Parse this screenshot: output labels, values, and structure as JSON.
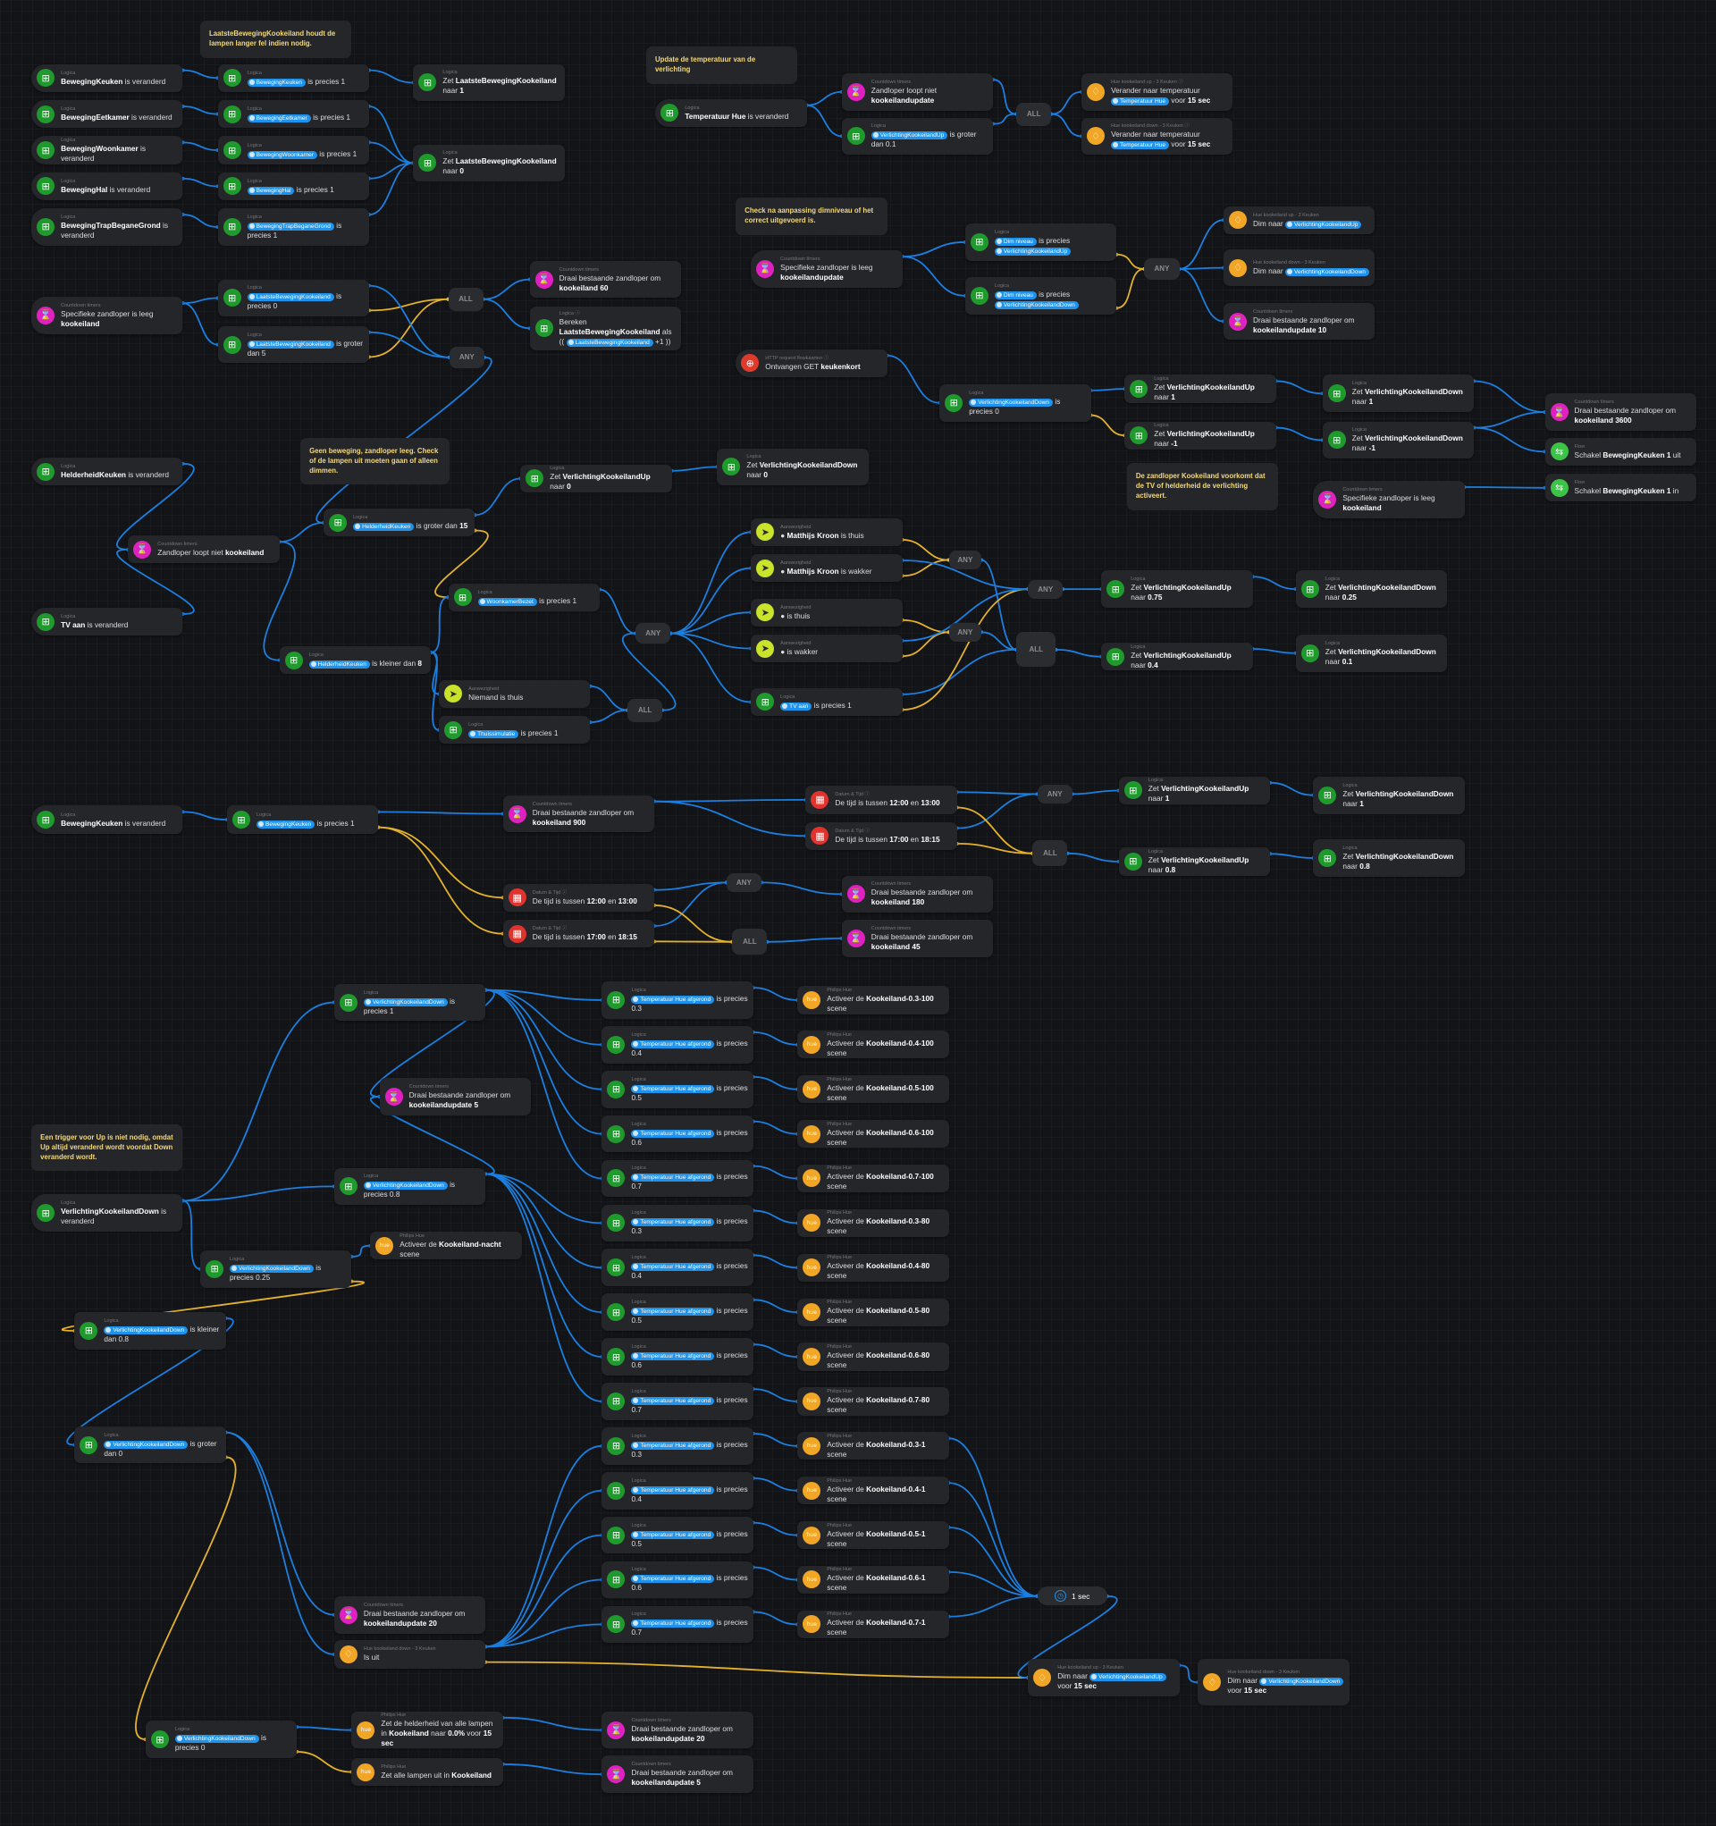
{
  "colors": {
    "wire_true": "#1b7fe0",
    "wire_false": "#e3b12c",
    "token": "#1e93ee",
    "note_text": "#f3d87a"
  },
  "notes": [
    {
      "id": "note1",
      "text": "LaatsteBewegingKookeiland houdt de lampen langer fel indien nodig."
    },
    {
      "id": "note2",
      "text": "Update de temperatuur van de verlichting"
    },
    {
      "id": "note3",
      "text": "Check na aanpassing dimniveau of het correct uitgevoerd is."
    },
    {
      "id": "note4",
      "text": "De zandloper Kookeiland voorkomt dat de TV of helderheid de verlichting activeert."
    },
    {
      "id": "note5",
      "text": "Geen beweging, zandloper leeg. Check of de lampen uit moeten gaan of alleen dimmen."
    },
    {
      "id": "note6",
      "text": "Een trigger voor Up is niet nodig, omdat Up altijd veranderd wordt voordat Down veranderd wordt."
    }
  ],
  "gates": [
    {
      "id": "g1",
      "label": "ALL"
    },
    {
      "id": "g2",
      "label": "ANY"
    },
    {
      "id": "g3",
      "label": "ALL"
    },
    {
      "id": "g4",
      "label": "ANY"
    },
    {
      "id": "g5",
      "label": "ANY"
    },
    {
      "id": "g6",
      "label": "ALL"
    },
    {
      "id": "g7",
      "label": "ANY"
    },
    {
      "id": "g8",
      "label": "ANY"
    },
    {
      "id": "g9",
      "label": "ANY"
    },
    {
      "id": "g10",
      "label": "ALL"
    },
    {
      "id": "g11",
      "label": "ANY"
    },
    {
      "id": "g12",
      "label": "ALL"
    },
    {
      "id": "g13",
      "label": "ANY"
    },
    {
      "id": "g14",
      "label": "ALL"
    }
  ],
  "delay": {
    "label": "1 sec",
    "icon": "clock-icon"
  },
  "nodes": [
    {
      "id": "n1",
      "icon": "logic",
      "cat": "Logica",
      "text": "**BewegingKeuken** is veranderd",
      "trigger": true
    },
    {
      "id": "n2",
      "icon": "logic",
      "cat": "Logica",
      "text": "**BewegingEetkamer** is veranderd",
      "trigger": true
    },
    {
      "id": "n3",
      "icon": "logic",
      "cat": "Logica",
      "text": "**BewegingWoonkamer** is veranderd",
      "trigger": true
    },
    {
      "id": "n4",
      "icon": "logic",
      "cat": "Logica",
      "text": "**BewegingHal** is veranderd",
      "trigger": true
    },
    {
      "id": "n5",
      "icon": "logic",
      "cat": "Logica",
      "text": "**BewegingTrapBeganeGrond** is veranderd",
      "trigger": true
    },
    {
      "id": "n6",
      "icon": "logic",
      "cat": "Logica",
      "text": "[BewegingKeuken] is precies 1"
    },
    {
      "id": "n7",
      "icon": "logic",
      "cat": "Logica",
      "text": "[BewegingEetkamer] is precies 1"
    },
    {
      "id": "n8",
      "icon": "logic",
      "cat": "Logica",
      "text": "[BewegingWoonkamer] is precies 1"
    },
    {
      "id": "n9",
      "icon": "logic",
      "cat": "Logica",
      "text": "[BewegingHal] is precies 1"
    },
    {
      "id": "n10",
      "icon": "logic",
      "cat": "Logica",
      "text": "[BewegingTrapBeganeGrond] is precies 1"
    },
    {
      "id": "n11",
      "icon": "logic",
      "cat": "Logica",
      "text": "Zet **LaatsteBewegingKookeiland** naar **1**"
    },
    {
      "id": "n12",
      "icon": "logic",
      "cat": "Logica",
      "text": "Zet **LaatsteBewegingKookeiland** naar **0**"
    },
    {
      "id": "n13",
      "icon": "count",
      "cat": "Countdown timers",
      "text": "Specifieke zandloper is leeg **kookeiland**",
      "trigger": true
    },
    {
      "id": "n14",
      "icon": "logic",
      "cat": "Logica",
      "text": "[LaatsteBewegingKookeiland] is precies 0"
    },
    {
      "id": "n15",
      "icon": "logic",
      "cat": "Logica",
      "text": "[LaatsteBewegingKookeiland] is groter dan 5"
    },
    {
      "id": "n16",
      "icon": "count",
      "cat": "Countdown timers",
      "text": "Draai bestaande zandloper om **kookeiland 60**"
    },
    {
      "id": "n17",
      "icon": "logic",
      "cat": "Logica ⓘ",
      "text": "Bereken **LaatsteBewegingKookeiland** als (( [LaatsteBewegingKookeiland] +1 ))"
    },
    {
      "id": "n18",
      "icon": "logic",
      "cat": "Logica",
      "text": "**Temperatuur Hue** is veranderd",
      "trigger": true
    },
    {
      "id": "n19",
      "icon": "count",
      "cat": "Countdown timers",
      "text": "Zandloper loopt niet **kookeilandupdate**"
    },
    {
      "id": "n20",
      "icon": "logic",
      "cat": "Logica",
      "text": "[VerlichtingKookeilandUp] is groter dan 0.1"
    },
    {
      "id": "n21",
      "icon": "hue",
      "cat": "Hue kookeiland up - 3 Keuken ⓘ",
      "text": "Verander naar temperatuur [Temperatuur Hue] voor **15 sec**"
    },
    {
      "id": "n22",
      "icon": "hue",
      "cat": "Hue kookeiland down - 3 Keuken ⓘ",
      "text": "Verander naar temperatuur [Temperatuur Hue] voor **15 sec**"
    },
    {
      "id": "n23",
      "icon": "count",
      "cat": "Countdown timers",
      "text": "Specifieke zandloper is leeg **kookeilandupdate**",
      "trigger": true
    },
    {
      "id": "n24",
      "icon": "logic",
      "cat": "Logica",
      "text": "[Dim niveau] is precies [VerlichtingKookeilandUp]"
    },
    {
      "id": "n25",
      "icon": "logic",
      "cat": "Logica",
      "text": "[Dim niveau] is precies [VerlichtingKookeilandDown]"
    },
    {
      "id": "n26",
      "icon": "hue",
      "cat": "Hue kookeiland up - 3 Keuken",
      "text": "Dim naar [VerlichtingKookeilandUp]"
    },
    {
      "id": "n27",
      "icon": "hue",
      "cat": "Hue kookeiland down - 3 Keuken",
      "text": "Dim naar [VerlichtingKookeilandDown]"
    },
    {
      "id": "n28",
      "icon": "count",
      "cat": "Countdown timers",
      "text": "Draai bestaande zandloper om **kookeilandupdate 10**"
    },
    {
      "id": "n29",
      "icon": "http",
      "cat": "HTTP request flowkaarten ⓘ",
      "text": "Ontvangen GET **keukenkort**",
      "trigger": true
    },
    {
      "id": "n30",
      "icon": "logic",
      "cat": "Logica",
      "text": "[VerlichtingKookeilandDown] is precies 0"
    },
    {
      "id": "n31",
      "icon": "logic",
      "cat": "Logica",
      "text": "Zet **VerlichtingKookeilandUp** naar **1**"
    },
    {
      "id": "n32",
      "icon": "logic",
      "cat": "Logica",
      "text": "Zet **VerlichtingKookeilandUp** naar **-1**"
    },
    {
      "id": "n33",
      "icon": "logic",
      "cat": "Logica",
      "text": "Zet **VerlichtingKookeilandDown** naar **1**"
    },
    {
      "id": "n34",
      "icon": "logic",
      "cat": "Logica",
      "text": "Zet **VerlichtingKookeilandDown** naar **-1**"
    },
    {
      "id": "n35",
      "icon": "count",
      "cat": "Countdown timers",
      "text": "Draai bestaande zandloper om **kookeiland 3600**"
    },
    {
      "id": "n36",
      "icon": "flow",
      "cat": "Flow",
      "text": "Schakel **BewegingKeuken 1** uit"
    },
    {
      "id": "n37",
      "icon": "flow",
      "cat": "Flow",
      "text": "Schakel **BewegingKeuken 1** in"
    },
    {
      "id": "n38",
      "icon": "count",
      "cat": "Countdown timers",
      "text": "Specifieke zandloper is leeg **kookeiland**",
      "trigger": true
    },
    {
      "id": "n39",
      "icon": "logic",
      "cat": "Logica",
      "text": "**HelderheidKeuken** is veranderd",
      "trigger": true
    },
    {
      "id": "n40",
      "icon": "logic",
      "cat": "Logica",
      "text": "Zet **VerlichtingKookeilandUp** naar **0**"
    },
    {
      "id": "n41",
      "icon": "logic",
      "cat": "Logica",
      "text": "Zet **VerlichtingKookeilandDown** naar **0**"
    },
    {
      "id": "n42",
      "icon": "count",
      "cat": "Countdown timers",
      "text": "Zandloper loopt niet **kookeiland**"
    },
    {
      "id": "n43",
      "icon": "logic",
      "cat": "Logica",
      "text": "[HelderheidKeuken] is groter dan **15**"
    },
    {
      "id": "n44",
      "icon": "logic",
      "cat": "Logica",
      "text": "**TV aan** is veranderd",
      "trigger": true
    },
    {
      "id": "n45",
      "icon": "logic",
      "cat": "Logica",
      "text": "[WoonkamerBezet] is precies 1"
    },
    {
      "id": "n46",
      "icon": "logic",
      "cat": "Logica",
      "text": "[HelderheidKeuken] is kleiner dan **8**"
    },
    {
      "id": "n47",
      "icon": "pres",
      "cat": "Aanwezigheid",
      "text": "Niemand is thuis"
    },
    {
      "id": "n48",
      "icon": "logic",
      "cat": "Logica",
      "text": "[Thuissimulatie] is precies 1"
    },
    {
      "id": "n49",
      "icon": "pres",
      "cat": "Aanwezigheid",
      "text": "● **Matthijs Kroon** is thuis"
    },
    {
      "id": "n50",
      "icon": "pres",
      "cat": "Aanwezigheid",
      "text": "● **Matthijs Kroon** is wakker"
    },
    {
      "id": "n51",
      "icon": "pres",
      "cat": "Aanwezigheid",
      "text": "●  is thuis"
    },
    {
      "id": "n52",
      "icon": "pres",
      "cat": "Aanwezigheid",
      "text": "●  is wakker"
    },
    {
      "id": "n53",
      "icon": "logic",
      "cat": "Logica",
      "text": "[TV aan] is precies 1"
    },
    {
      "id": "n54",
      "icon": "logic",
      "cat": "Logica",
      "text": "Zet **VerlichtingKookeilandUp** naar **0.75**"
    },
    {
      "id": "n55",
      "icon": "logic",
      "cat": "Logica",
      "text": "Zet **VerlichtingKookeilandUp** naar **0.4**"
    },
    {
      "id": "n56",
      "icon": "logic",
      "cat": "Logica",
      "text": "Zet **VerlichtingKookeilandDown** naar **0.25**"
    },
    {
      "id": "n57",
      "icon": "logic",
      "cat": "Logica",
      "text": "Zet **VerlichtingKookeilandDown** naar **0.1**"
    },
    {
      "id": "n58",
      "icon": "logic",
      "cat": "Logica",
      "text": "**BewegingKeuken** is veranderd",
      "trigger": true
    },
    {
      "id": "n59",
      "icon": "logic",
      "cat": "Logica",
      "text": "[BewegingKeuken] is precies 1"
    },
    {
      "id": "n60",
      "icon": "count",
      "cat": "Countdown timers",
      "text": "Draai bestaande zandloper om **kookeiland 900**"
    },
    {
      "id": "n61",
      "icon": "date",
      "cat": "Datum & Tijd ⓘ",
      "text": "De tijd is tussen **12:00** en **13:00**"
    },
    {
      "id": "n62",
      "icon": "date",
      "cat": "Datum & Tijd ⓘ",
      "text": "De tijd is tussen **17:00** en **18:15**"
    },
    {
      "id": "n63",
      "icon": "logic",
      "cat": "Logica",
      "text": "Zet **VerlichtingKookeilandUp** naar **1**"
    },
    {
      "id": "n64",
      "icon": "logic",
      "cat": "Logica",
      "text": "Zet **VerlichtingKookeilandDown** naar **1**"
    },
    {
      "id": "n65",
      "icon": "logic",
      "cat": "Logica",
      "text": "Zet **VerlichtingKookeilandUp** naar **0.8**"
    },
    {
      "id": "n66",
      "icon": "logic",
      "cat": "Logica",
      "text": "Zet **VerlichtingKookeilandDown** naar **0.8**"
    },
    {
      "id": "n67",
      "icon": "date",
      "cat": "Datum & Tijd ⓘ",
      "text": "De tijd is tussen **12:00** en **13:00**"
    },
    {
      "id": "n68",
      "icon": "date",
      "cat": "Datum & Tijd ⓘ",
      "text": "De tijd is tussen **17:00** en **18:15**"
    },
    {
      "id": "n69",
      "icon": "count",
      "cat": "Countdown timers",
      "text": "Draai bestaande zandloper om **kookeiland 180**"
    },
    {
      "id": "n70",
      "icon": "count",
      "cat": "Countdown timers",
      "text": "Draai bestaande zandloper om **kookeiland 45**"
    },
    {
      "id": "n71",
      "icon": "logic",
      "cat": "Logica",
      "text": "[VerlichtingKookeilandDown] is precies 1"
    },
    {
      "id": "n72",
      "icon": "count",
      "cat": "Countdown timers",
      "text": "Draai bestaande zandloper om **kookeilandupdate 5**"
    },
    {
      "id": "n73",
      "icon": "logic",
      "cat": "Logica",
      "text": "**VerlichtingKookeilandDown** is veranderd",
      "trigger": true
    },
    {
      "id": "n74",
      "icon": "logic",
      "cat": "Logica",
      "text": "[VerlichtingKookeilandDown] is precies 0.8"
    },
    {
      "id": "n75",
      "icon": "phil",
      "cat": "Philips Hue",
      "text": "Activeer de **Kookeiland-nacht** scene"
    },
    {
      "id": "n76",
      "icon": "logic",
      "cat": "Logica",
      "text": "[VerlichtingKookeilandDown] is precies 0.25"
    },
    {
      "id": "n77",
      "icon": "logic",
      "cat": "Logica",
      "text": "[VerlichtingKookeilandDown] is kleiner dan 0.8"
    },
    {
      "id": "n78",
      "icon": "logic",
      "cat": "Logica",
      "text": "[VerlichtingKookeilandDown] is groter dan 0"
    },
    {
      "id": "n79",
      "icon": "count",
      "cat": "Countdown timers",
      "text": "Draai bestaande zandloper om **kookeilandupdate 20**"
    },
    {
      "id": "n80",
      "icon": "hue",
      "cat": "Hue kookeiland down - 3 Keuken",
      "text": "Is uit"
    },
    {
      "id": "n81",
      "icon": "hue",
      "cat": "Hue kookeiland up - 3 Keuken",
      "text": "Dim naar [VerlichtingKookeilandUp] voor **15 sec**"
    },
    {
      "id": "n82",
      "icon": "hue",
      "cat": "Hue kookeiland down - 3 Keuken",
      "text": "Dim naar [VerlichtingKookeilandDown] voor **15 sec**"
    },
    {
      "id": "n83",
      "icon": "logic",
      "cat": "Logica",
      "text": "[VerlichtingKookeilandDown] is precies 0"
    },
    {
      "id": "n84",
      "icon": "phil",
      "cat": "Philips Hue",
      "text": "Zet de helderheid van alle lampen in **Kookeiland** naar **0.0%** voor **15 sec**"
    },
    {
      "id": "n85",
      "icon": "phil",
      "cat": "Philips Hue",
      "text": "Zet alle lampen uit in **Kookeiland**"
    },
    {
      "id": "n86",
      "icon": "count",
      "cat": "Countdown timers",
      "text": "Draai bestaande zandloper om **kookeilandupdate 20**"
    },
    {
      "id": "n87",
      "icon": "count",
      "cat": "Countdown timers",
      "text": "Draai bestaande zandloper om **kookeilandupdate 5**"
    }
  ],
  "temp_checks": {
    "cat": "Logica",
    "token": "Temperatuur Hue afgerond",
    "values": [
      "0.3",
      "0.4",
      "0.5",
      "0.6",
      "0.7",
      "0.3",
      "0.4",
      "0.5",
      "0.6",
      "0.7",
      "0.3",
      "0.4",
      "0.5",
      "0.6",
      "0.7"
    ]
  },
  "scenes": {
    "cat": "Philips Hue",
    "names": [
      "Kookeiland-0.3-100",
      "Kookeiland-0.4-100",
      "Kookeiland-0.5-100",
      "Kookeiland-0.6-100",
      "Kookeiland-0.7-100",
      "Kookeiland-0.3-80",
      "Kookeiland-0.4-80",
      "Kookeiland-0.5-80",
      "Kookeiland-0.6-80",
      "Kookeiland-0.7-80",
      "Kookeiland-0.3-1",
      "Kookeiland-0.4-1",
      "Kookeiland-0.5-1",
      "Kookeiland-0.6-1",
      "Kookeiland-0.7-1"
    ]
  }
}
